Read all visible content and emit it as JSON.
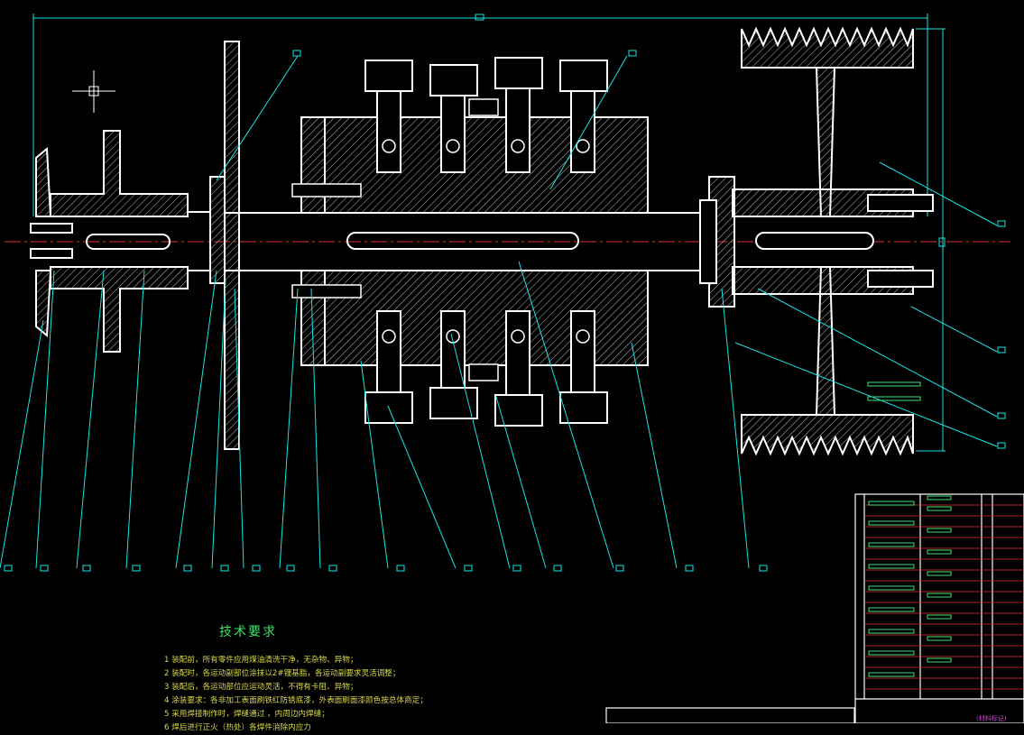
{
  "drawing": {
    "technical_requirements": {
      "title": "技术要求",
      "notes": [
        "1 装配前，所有零件应用煤油清洗干净，无杂物、异物；",
        "2 装配时，各运动副部位涂抹以2#锂基脂，各运动副要求灵活调整；",
        "3 装配后，各运动部位应运动灵活，不得有卡阻、异物；",
        "4 涂装要求：各非加工表面刷铁红防锈底漆，外表面刷面漆颜色按总体商定；",
        "5 采用焊接制作时，焊缝通过    ，内周边内焊缝；",
        "6 焊后进行正火（热处）各焊件消除内应力"
      ]
    },
    "title_block": {
      "stamp": "(材料标记)"
    },
    "colors": {
      "outline": "#ffffff",
      "leader": "#17e6e6",
      "centerline": "#e0303a",
      "hatch": "#cfcfcf",
      "text_green": "#3de36a",
      "text_yellow": "#d8d84a",
      "magenta": "#d040d0"
    }
  }
}
